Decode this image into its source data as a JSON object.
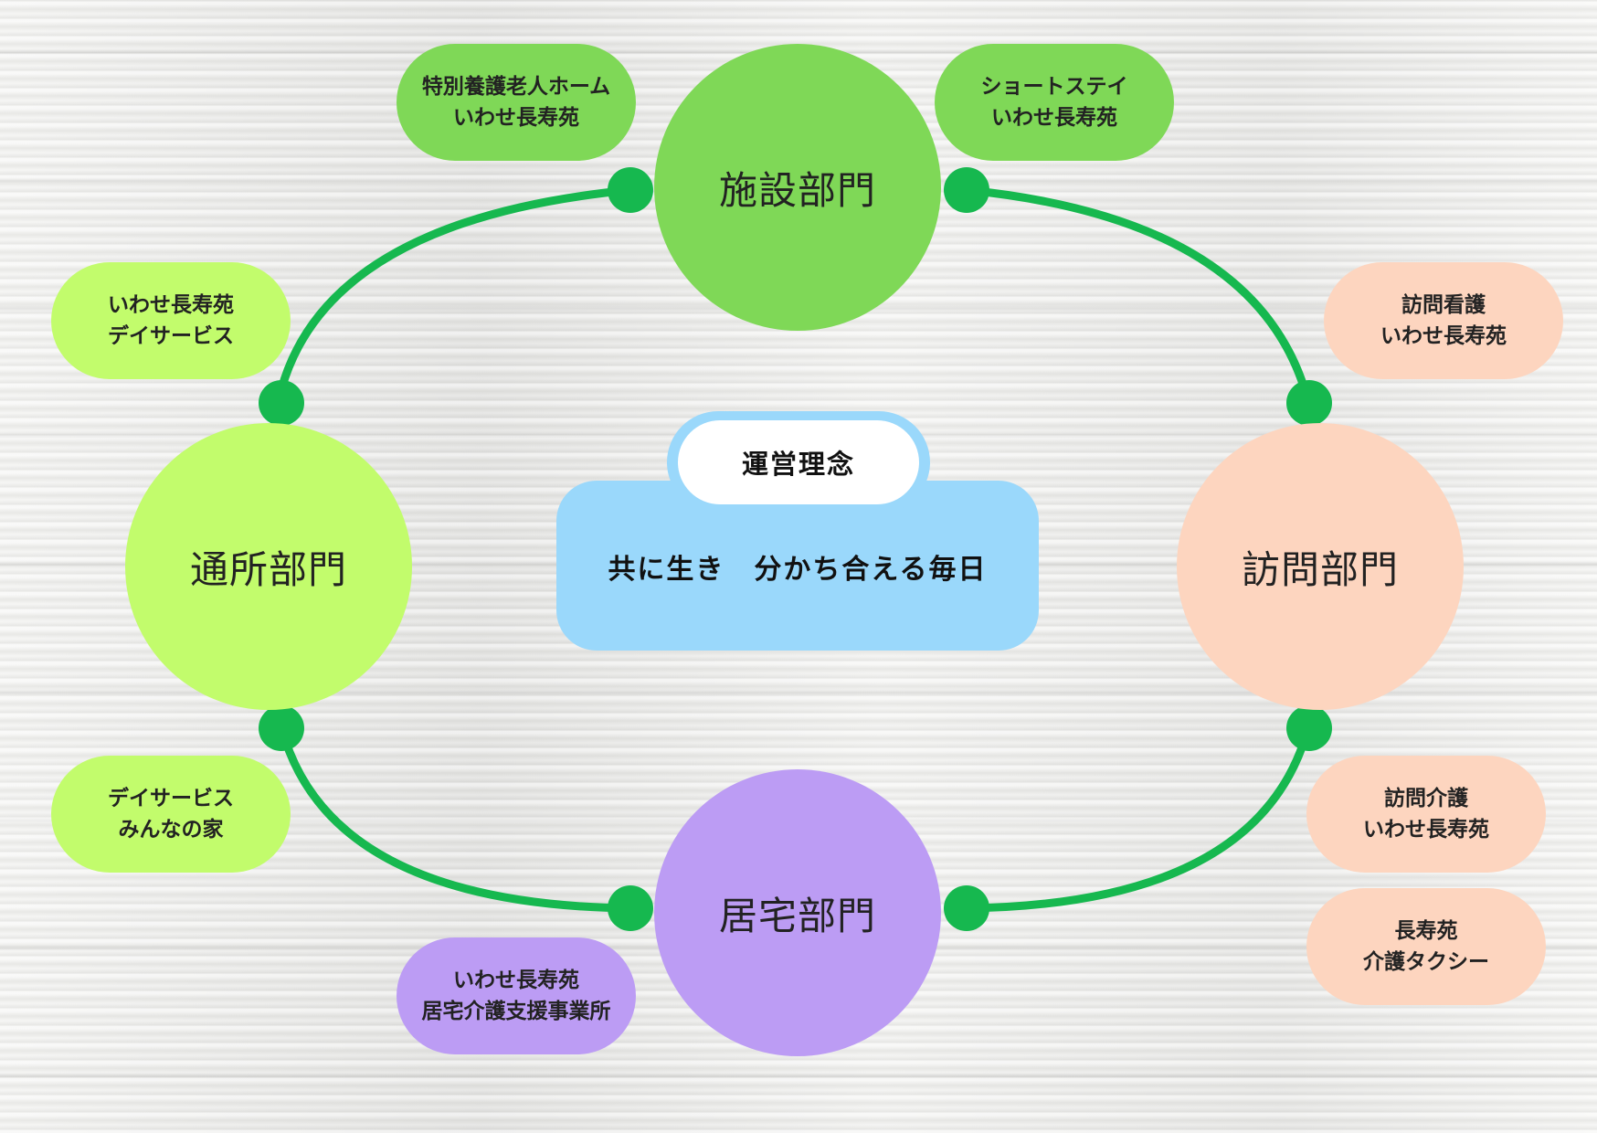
{
  "philosophy": {
    "heading": "運営理念",
    "motto": "共に生き　分かち合える毎日"
  },
  "departments": {
    "facility": "施設部門",
    "visiting": "訪問部門",
    "home_care": "居宅部門",
    "day_service": "通所部門"
  },
  "services": {
    "nursing_home": [
      "特別養護老人ホーム",
      "いわせ長寿苑"
    ],
    "short_stay": [
      "ショートステイ",
      "いわせ長寿苑"
    ],
    "visiting_nursing": [
      "訪問看護",
      "いわせ長寿苑"
    ],
    "visiting_care": [
      "訪問介護",
      "いわせ長寿苑"
    ],
    "care_taxi": [
      "長寿苑",
      "介護タクシー"
    ],
    "care_support_office": [
      "いわせ長寿苑",
      "居宅介護支援事業所"
    ],
    "day_service_iwase": [
      "いわせ長寿苑",
      "デイサービス"
    ],
    "day_service_minna": [
      "デイサービス",
      "みんなの家"
    ]
  },
  "colors": {
    "ring": "#16b84f",
    "facility": "#7fd857",
    "day_service": "#c2fc6c",
    "visiting": "#fdd5bf",
    "home_care": "#bc9cf4",
    "philosophy": "#9ad8fb"
  }
}
